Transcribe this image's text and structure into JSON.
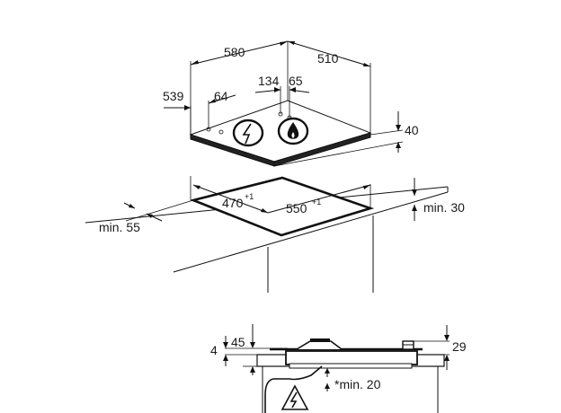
{
  "hob": {
    "width": "580",
    "depth": "510",
    "right_offset": "539",
    "knob_offset": "64",
    "knob_spacing_a": "134",
    "knob_spacing_b": "65",
    "height": "40",
    "electric_symbol": "lightning-bolt-symbol",
    "gas_symbol": "flame-symbol"
  },
  "cutout": {
    "depth": "470",
    "depth_tol": "+1",
    "width": "550",
    "width_tol": "+1",
    "front_clearance": "min. 55",
    "wall_clearance": "min. 30"
  },
  "section": {
    "left_dim_a": "4",
    "left_dim_b": "45",
    "right_dim": "29",
    "cable_clearance": "*min. 20",
    "warning_symbol": "electrical-hazard-triangle"
  }
}
